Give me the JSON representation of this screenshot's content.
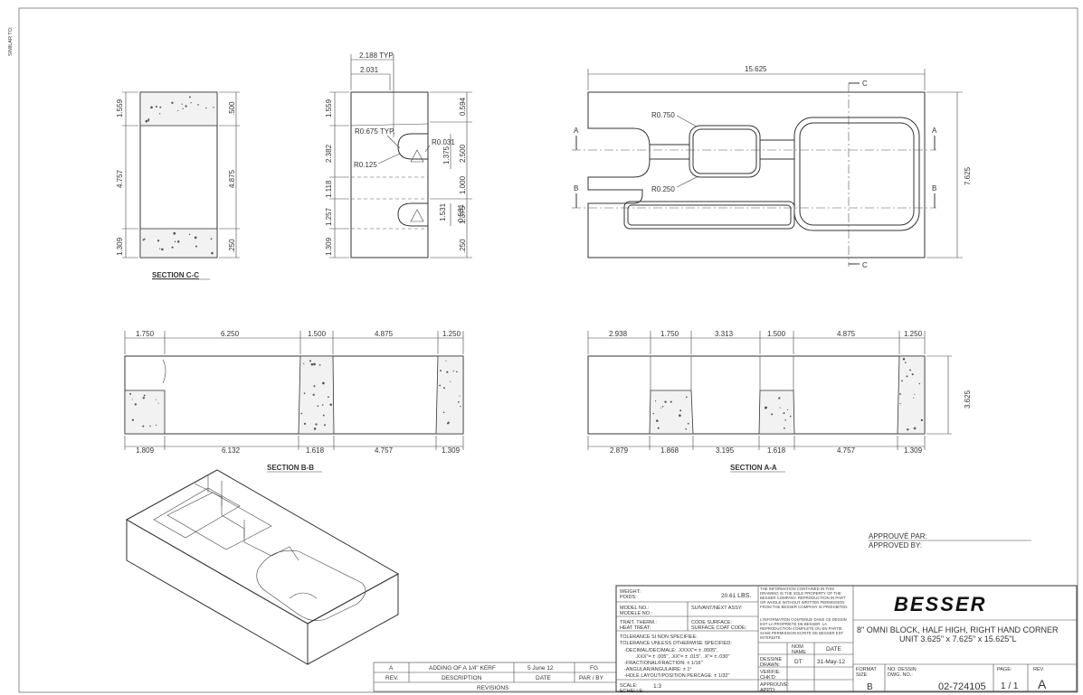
{
  "margin_label": "SIMILAR TO:",
  "sections": {
    "cc": {
      "title": "SECTION C-C",
      "left_dims": [
        "1.559",
        "4.757",
        "1.309"
      ],
      "right_dims": [
        ".500",
        "4.875",
        ".250"
      ]
    },
    "side": {
      "top_dims": [
        "2.188 TYP.",
        "2.031"
      ],
      "left_dims": [
        "1.559",
        "2.382",
        "1.118",
        "1.257",
        "1.309"
      ],
      "right_dims": [
        "0.594",
        "2.500",
        "1.000",
        "1.375",
        ".250"
      ],
      "inner_dims": [
        "1.375",
        "1.531",
        "0.531"
      ],
      "radius_labels": [
        "R0.675 TYP.",
        "R0.125",
        "R0.031"
      ]
    },
    "plan": {
      "overall_length": "15.625",
      "overall_width": "7.625",
      "radius_labels": [
        "R0.750",
        "R0.250"
      ],
      "cut_labels": [
        "A",
        "A",
        "B",
        "B",
        "C",
        "C"
      ]
    },
    "bb": {
      "title": "SECTION B-B",
      "top_dims": [
        "1.750",
        "6.250",
        "1.500",
        "4.875",
        "1.250"
      ],
      "bottom_dims": [
        "1.809",
        "6.132",
        "1.618",
        "4.757",
        "1.309"
      ]
    },
    "aa": {
      "title": "SECTION A-A",
      "top_dims": [
        "2.938",
        "1.750",
        "3.313",
        "1.500",
        "4.875",
        "1.250"
      ],
      "bottom_dims": [
        "2.879",
        "1.868",
        "3.195",
        "1.618",
        "4.757",
        "1.309"
      ],
      "height_dim": "3.625"
    }
  },
  "approval": {
    "fr": "APPROUVÉ PAR:",
    "en": "APPROVED BY:"
  },
  "revisions": {
    "row": {
      "rev": "A",
      "description": "ADDING OF A 1/4\" KERF",
      "date": "5 June 12",
      "by": "FG"
    },
    "headers": {
      "rev": "REV.",
      "description": "DESCRIPTION",
      "date": "DATE",
      "by": "PAR / BY"
    },
    "footer": "REVISIONS"
  },
  "title_block": {
    "weight_label": "WEIGHT:\nPOIDS:",
    "weight_value": "20.61",
    "weight_unit": "LBS.",
    "model_label": "MODEL NO.:\nMODELE NO.:",
    "next_assy_label": "SUIVANT/NEXT ASSY:",
    "heat_treat_label": "TRAIT. THERM.:\nHEAT TREAT:",
    "surface_label": "CODE SURFACE:\nSURFACE COAT CODE:",
    "tolerance_fr": "TOLERANCE SI NON SPECIFIEE:",
    "tolerance_en": "TOLERANCE UNLESS OTHERWISE SPECIFIED:",
    "tolerance_lines": [
      "-DECIMAL/DECIMALE:   .XXXX\"= ± .0005\",",
      ".XXX\"= ± .005\",  .XX\"= ± .015\",  .X\"= ± .030\"",
      "-FRACTIONAL/FRACTION: ± 1/16\"",
      "-ANGULAR/ANGULAIRE: ± 1°",
      "-HOLE LAYOUT/POSITION PERCAGE: ± 1/32\""
    ],
    "scale_label": "SCALE:\nECHELLE:",
    "scale_value": "1:3",
    "notice_en": "THE INFORMATION CONTAINED IN THIS DRAWING IS THE SOLE PROPERTY OF THE BESSER COMPANY. REPRODUCTION IN PART OR WHOLE WITHOUT WRITTEN PERMISSION FROM THE BESSER COMPANY IS PROHIBITED.",
    "notice_fr": "L'INFORMATION CONTENUE DANS CE DESSIN EST LA PROPRIETE DE BESSER. LA REPRODUCTION COMPLETE OU EN PARTIE SANS PERMISSION ECRITE DE BESSER EST INTERDITE.",
    "nom_name": "NOM\nNAME",
    "date_header": "DATE",
    "drawn_label": "DESSINE\nDRAWN:",
    "drawn_by": "DT",
    "drawn_date": "31-May-12",
    "checked_label": "VERIFIE:\nCHK'D:",
    "approved_label": "APPROUVE:\nAPP'D:",
    "logo_text": "BESSER",
    "drawing_title_1": "8\" OMNI BLOCK, HALF HIGH, RIGHT HAND CORNER",
    "drawing_title_2": "UNIT 3.625\" x 7.625\" x 15.625\"L",
    "format_label": "FORMAT\nSIZE:",
    "format_value": "B",
    "dwg_label": "NO. DESSIN :\nDWG. NO.:",
    "dwg_no": "02-724105",
    "page_label": "PAGE:",
    "page_value": "1 / 1",
    "rev_label": "REV.",
    "rev_value": "A"
  },
  "colors": {
    "line": "#333333",
    "hatch_fill": "#f2f2f2",
    "paper": "#ffffff"
  }
}
